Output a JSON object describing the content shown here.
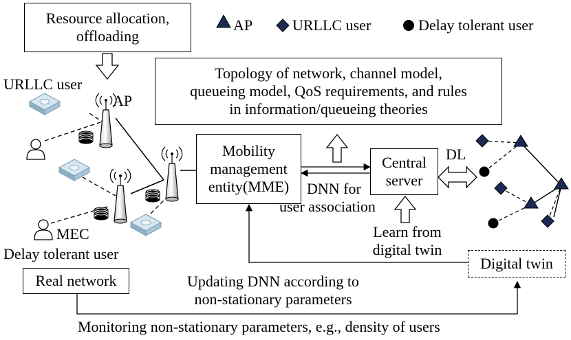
{
  "legend": {
    "ap": "AP",
    "urllc": "URLLC user",
    "delay_tolerant": "Delay tolerant user"
  },
  "boxes": {
    "resource_line1": "Resource allocation,",
    "resource_line2": "offloading",
    "topology_line1": "Topology of network, channel model,",
    "topology_line2": "queueing model, QoS requirements, and rules",
    "topology_line3": "in information/queueing theories",
    "mme_line1": "Mobility",
    "mme_line2": "management",
    "mme_line3": "entity(MME)",
    "central_line1": "Central",
    "central_line2": "server",
    "real_network": "Real network",
    "digital_twin": "Digital twin"
  },
  "labels": {
    "urllc_user": "URLLC user",
    "ap": "AP",
    "mec": "MEC",
    "delay_tolerant_user": "Delay tolerant user",
    "dl": "DL",
    "dnn_line1": "DNN for",
    "dnn_line2": "user association",
    "learn_line1": "Learn from",
    "learn_line2": "digital twin",
    "updating_line1": "Updating DNN according to",
    "updating_line2": "non-stationary parameters",
    "monitoring": "Monitoring non-stationary parameters, e.g., density of users"
  },
  "colors": {
    "ap_marker": "#1c2b55",
    "router_fill": "#a9c6d9",
    "router_top": "#d7e6ef"
  }
}
